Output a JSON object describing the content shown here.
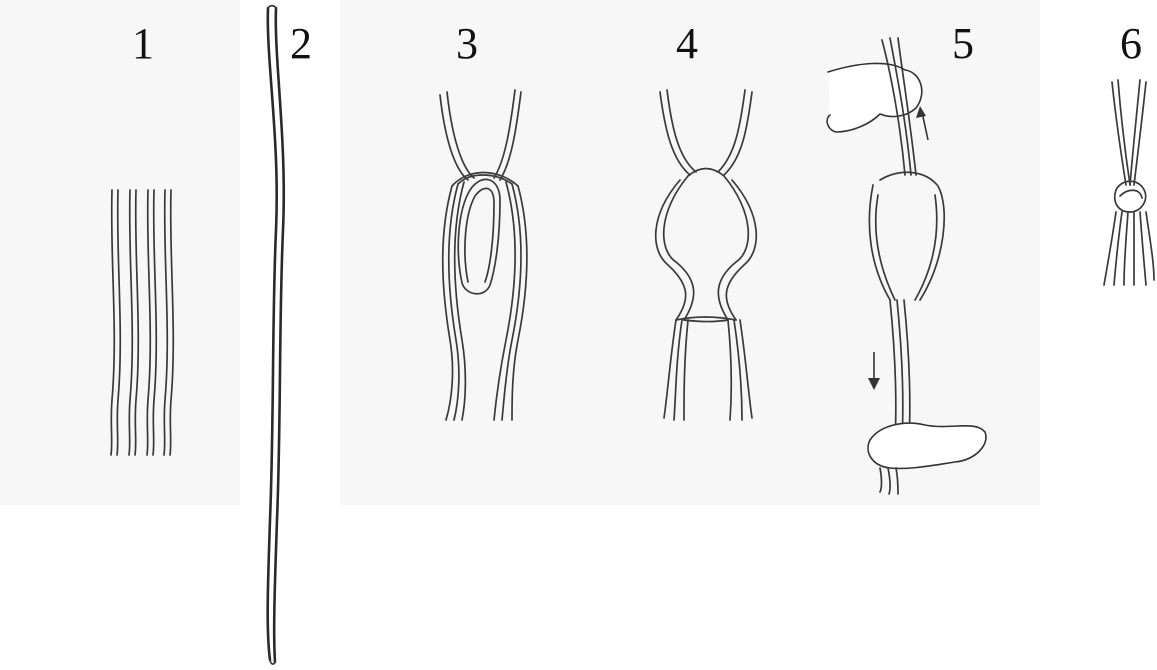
{
  "steps": [
    {
      "label": "1",
      "illustration": "four-parallel-cords"
    },
    {
      "label": "2",
      "illustration": "long-single-cord"
    },
    {
      "label": "3",
      "illustration": "cord-looped-under-bundle"
    },
    {
      "label": "4",
      "illustration": "crossed-knot-loop"
    },
    {
      "label": "5",
      "illustration": "hands-pulling-knot-tight"
    },
    {
      "label": "6",
      "illustration": "finished-tassel-knot"
    }
  ],
  "colors": {
    "background": "#ffffff",
    "paper": "#f7f7f7",
    "line": "#333333"
  }
}
